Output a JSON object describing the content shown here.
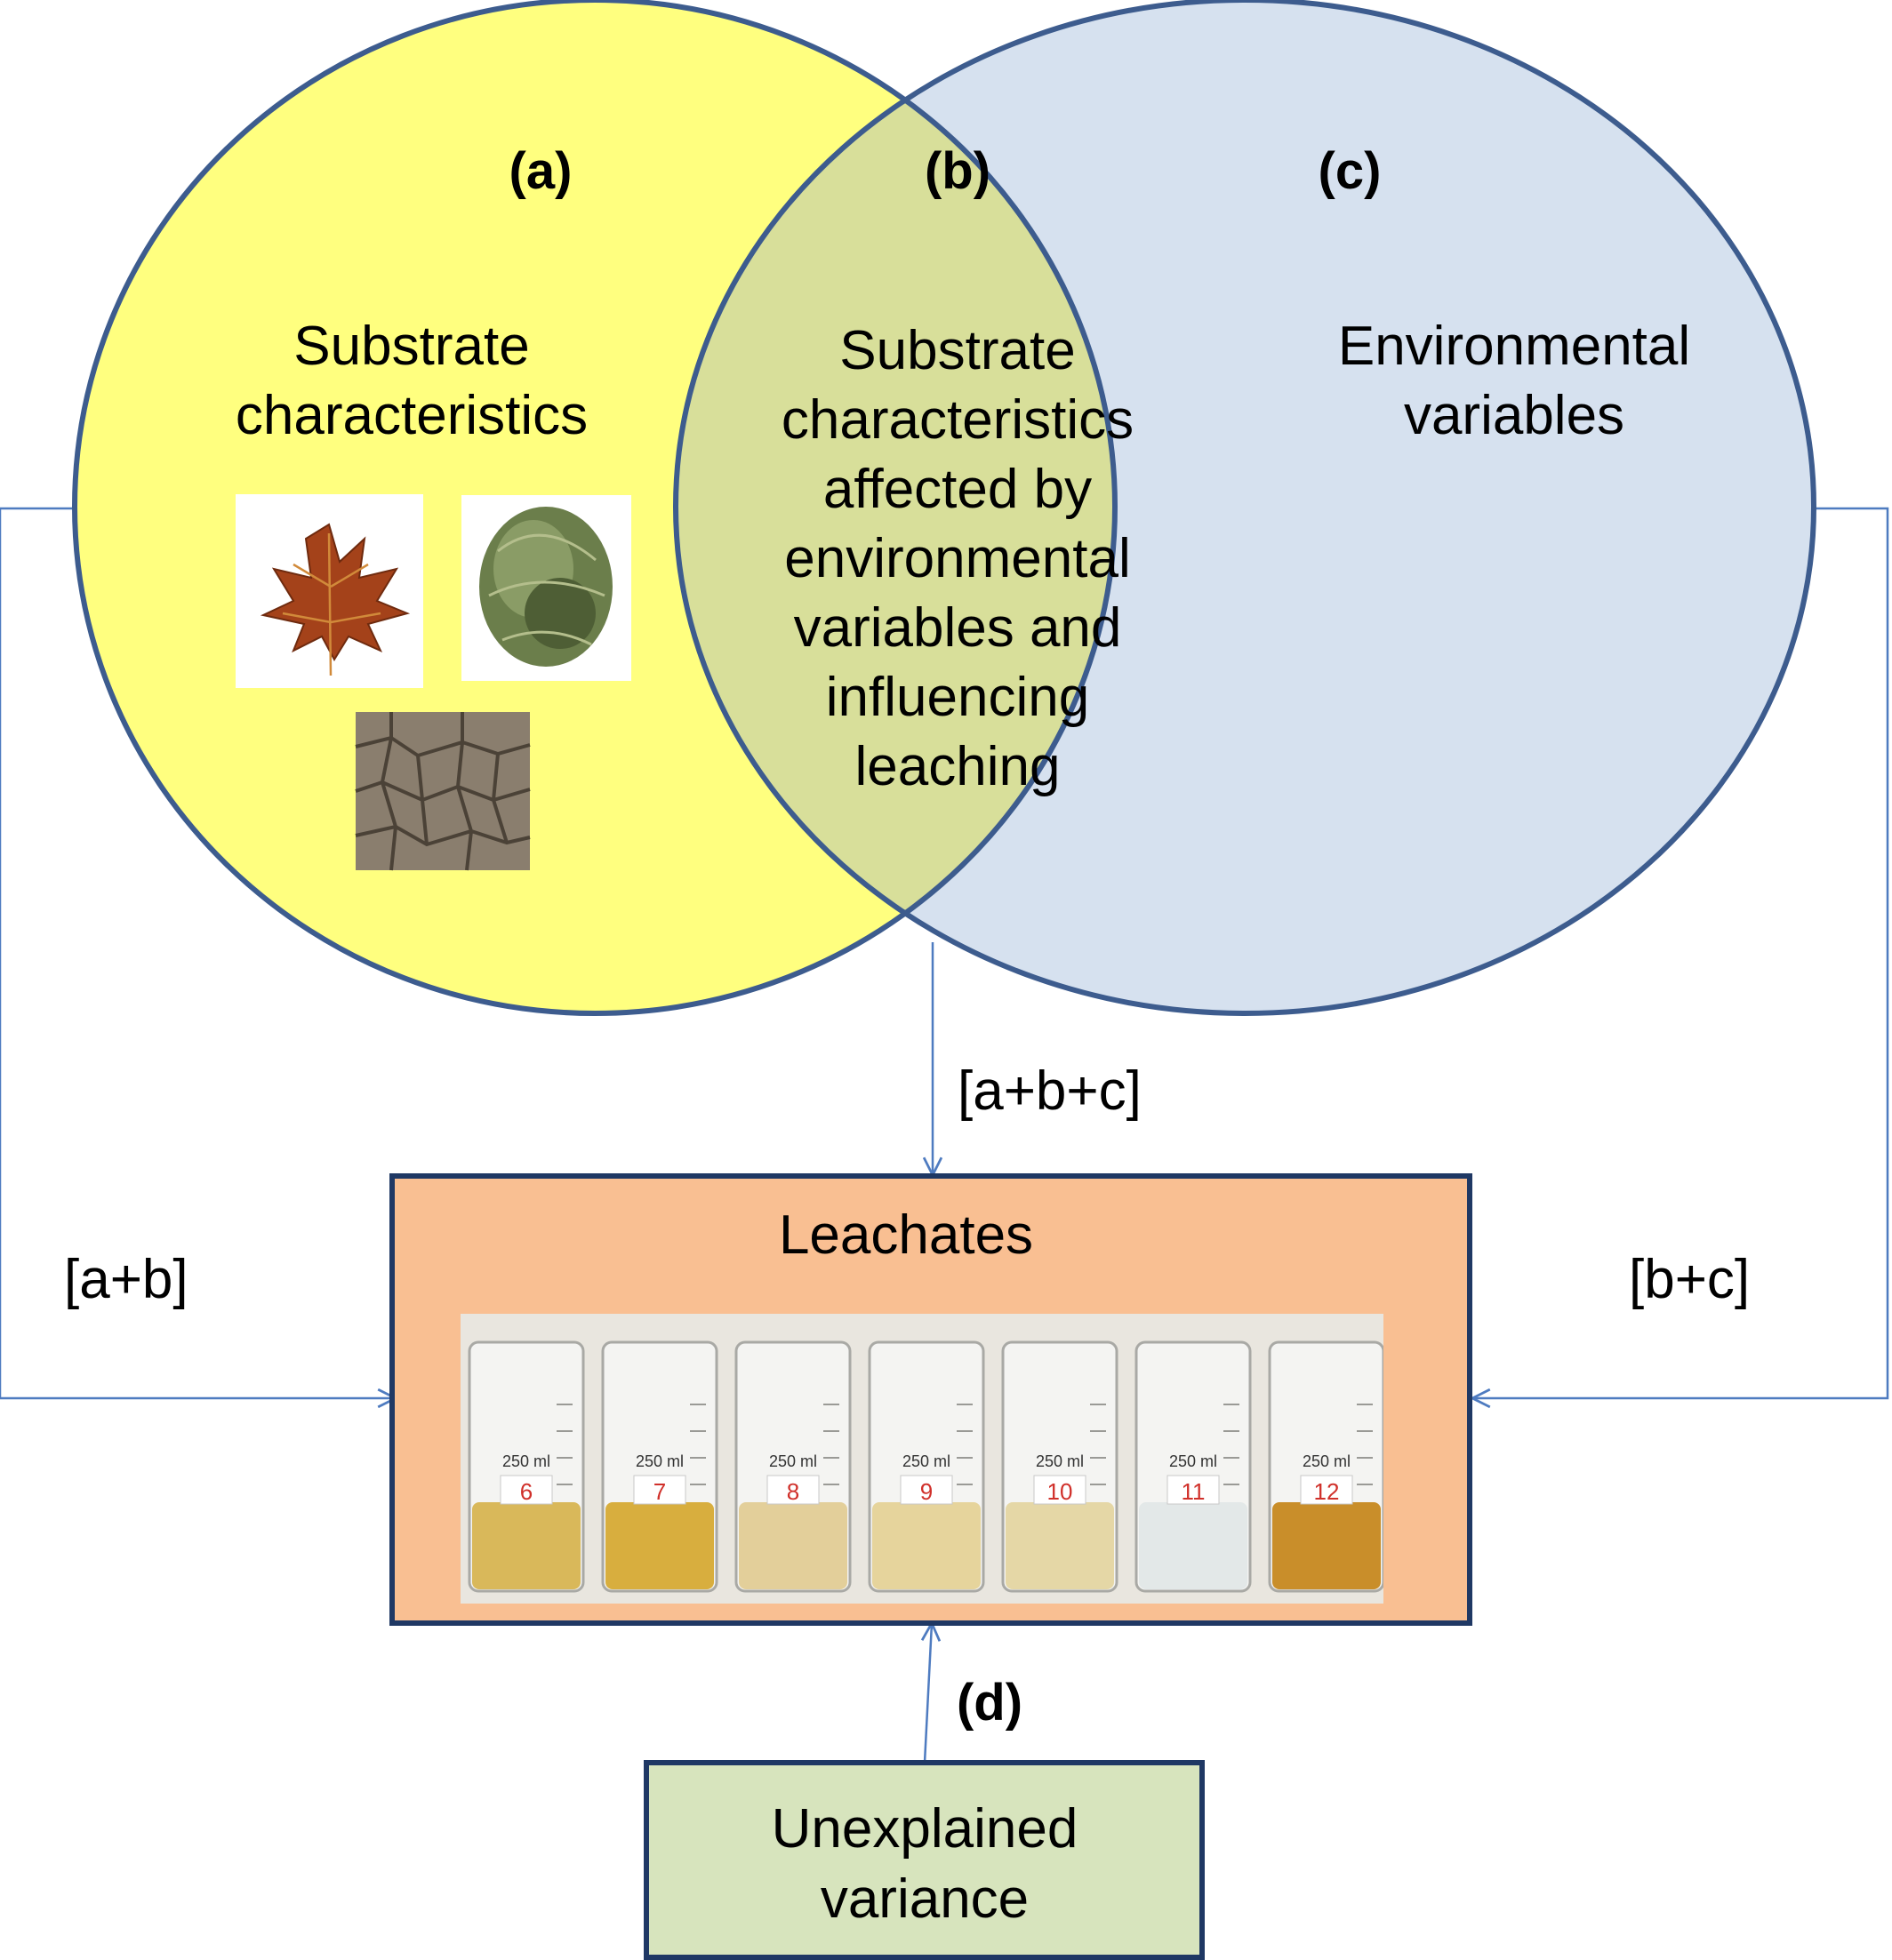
{
  "colors": {
    "set_a_fill": "#FFFF7F",
    "set_c_fill": "#D6E1EF",
    "intersection_fill": "#D8DF9A",
    "outline": "#3D5C8E",
    "arrow": "#4E7BC0",
    "leachates_fill": "#F9BF92",
    "unexplained_fill": "#D7E4BD"
  },
  "venn": {
    "set_a": {
      "label": "(a)",
      "text_lines": [
        "Substrate",
        "characteristics"
      ]
    },
    "set_b": {
      "label": "(b)",
      "text_lines": [
        "Substrate",
        "characteristics",
        "affected by",
        "environmental",
        "variables and",
        "influencing",
        "leaching"
      ]
    },
    "set_c": {
      "label": "(c)",
      "text_lines": [
        "Environmental",
        "variables"
      ]
    }
  },
  "arrows": {
    "left": "[a+b]",
    "center": "[a+b+c]",
    "right": "[b+c]",
    "bottom": "(d)"
  },
  "leachates": {
    "title": "Leachates",
    "beaker_labels": [
      "6",
      "7",
      "8",
      "9",
      "10",
      "11",
      "12"
    ],
    "beaker_volume": "250 ml"
  },
  "unexplained": {
    "text_lines": [
      "Unexplained",
      "variance"
    ]
  }
}
